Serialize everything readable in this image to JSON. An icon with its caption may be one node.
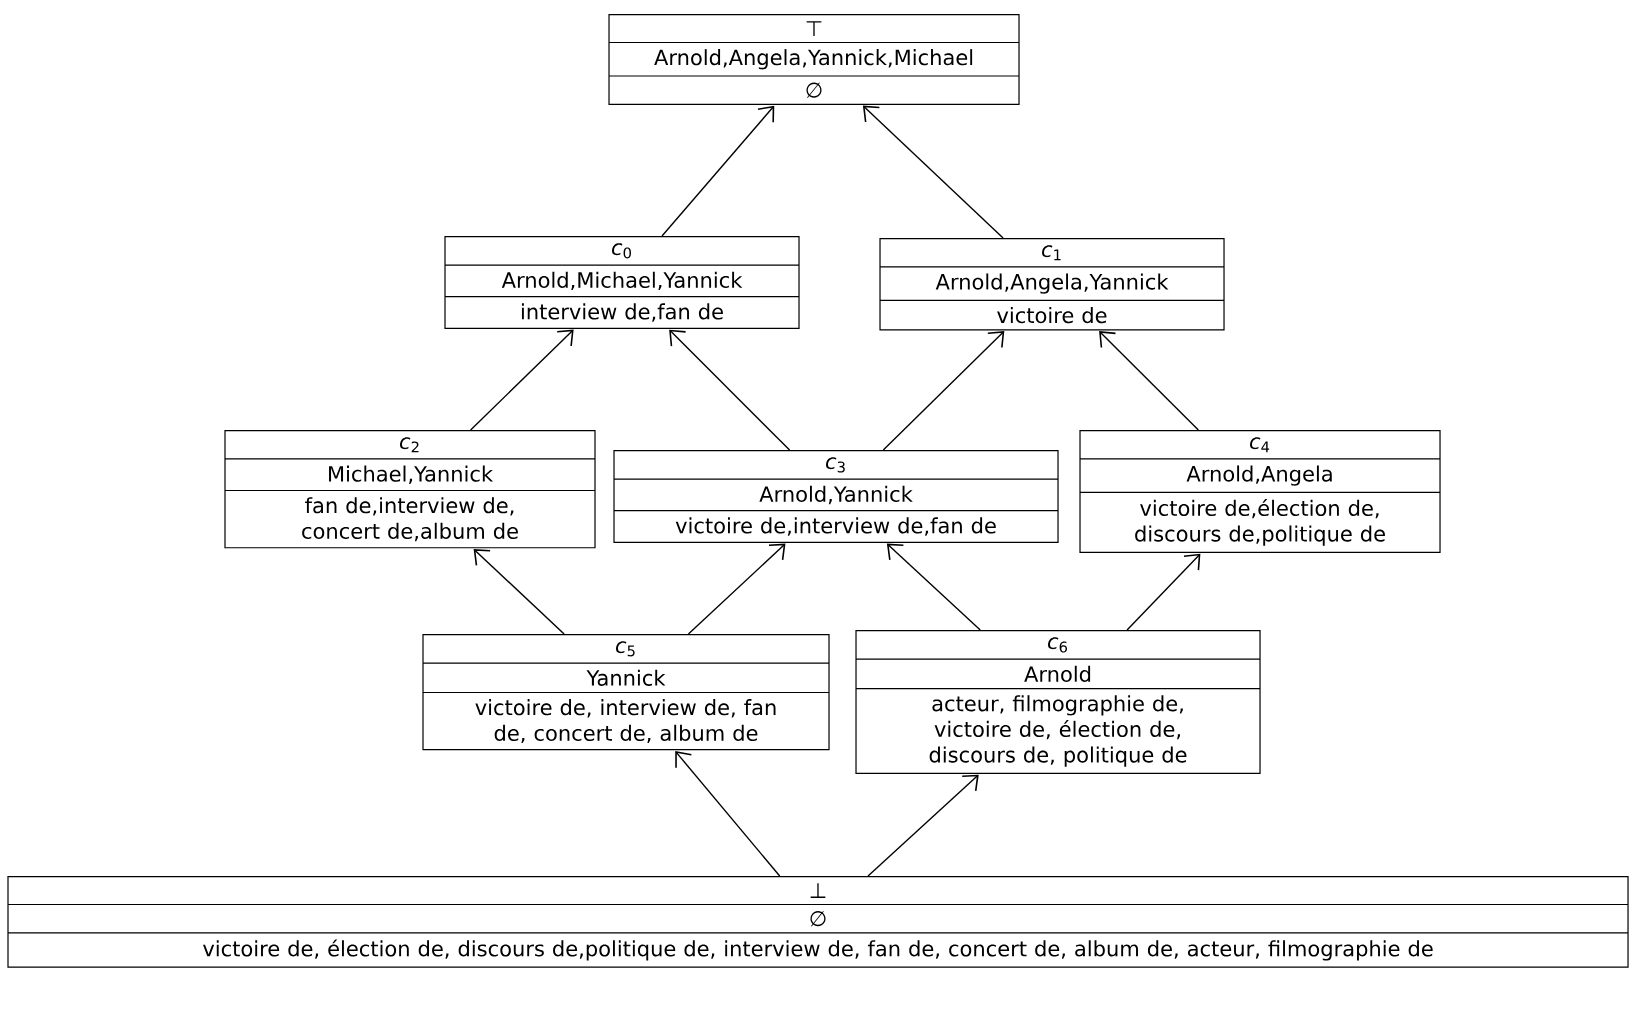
{
  "diagram": {
    "nodes": [
      {
        "text": [
          "⊤",
          "Arnold,Angela,Yannick,Michael",
          "∅"
        ]
      },
      {
        "text": [
          "*c*$_{0}$",
          "Arnold,Michael,Yannick",
          "interview de,fan de"
        ]
      },
      {
        "text": [
          "*c*$_{1}$",
          "Arnold,Angela,Yannick",
          "victoire de"
        ]
      },
      {
        "text": [
          "*c*$_{2}$",
          "Michael,Yannick",
          "fan de,interview de, concert de,album de"
        ]
      },
      {
        "text": [
          "*c*$_{3}$",
          "Arnold,Yannick",
          "victoire de,interview de,fan de"
        ]
      },
      {
        "text": [
          "*c*$_{4}$",
          "Arnold,Angela",
          "victoire de,élection de, discours de,politique de"
        ]
      },
      {
        "text": [
          "*c*$_{5}$",
          "Yannick",
          "victoire de, interview de, fan de, concert de, album de"
        ]
      },
      {
        "text": [
          "*c*$_{6}$",
          "Arnold",
          "acteur, filmographie de, victoire de, élection de, discours de, politique de"
        ]
      },
      {
        "text": [
          "⊥",
          "∅",
          "victoire de, élection de, discours de,politique de, interview de, fan de, concert de, album de, acteur, filmographie de"
        ]
      }
    ],
    "edges": [
      {
        "from": 1,
        "to": 0,
        "arrow": "to"
      },
      {
        "from": 2,
        "to": 0,
        "arrow": "to"
      },
      {
        "from": 3,
        "to": 1,
        "arrow": "to"
      },
      {
        "from": 4,
        "to": 1,
        "arrow": "to"
      },
      {
        "from": 4,
        "to": 2,
        "arrow": "to"
      },
      {
        "from": 5,
        "to": 2,
        "arrow": "to"
      },
      {
        "from": 6,
        "to": 3,
        "arrow": "to"
      },
      {
        "from": 6,
        "to": 4,
        "arrow": "to"
      },
      {
        "from": 7,
        "to": 4,
        "arrow": "to"
      },
      {
        "from": 7,
        "to": 5,
        "arrow": "to"
      },
      {
        "from": 8,
        "to": 6,
        "arrow": "to"
      },
      {
        "from": 8,
        "to": 7,
        "arrow": "to"
      }
    ]
  }
}
